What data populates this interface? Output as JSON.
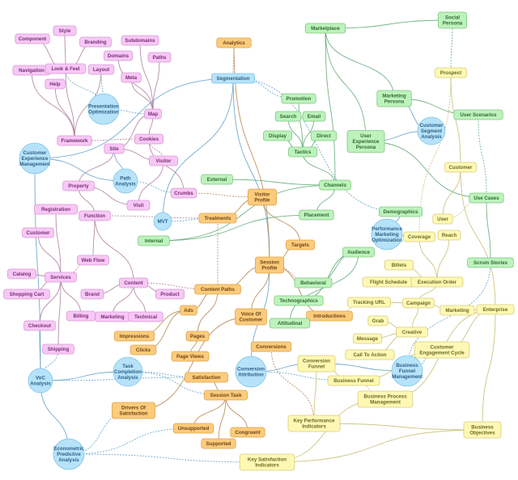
{
  "palette": {
    "pink": {
      "fill": "#f7c8f5",
      "stroke": "#d99ad6",
      "text": "#7a2c78",
      "edge": "#a87a98"
    },
    "blue": {
      "fill": "#b6e3fa",
      "stroke": "#7ec4e6",
      "text": "#2f5f86",
      "edge": "#5a9cc4"
    },
    "orange": {
      "fill": "#fccb7c",
      "stroke": "#e0a448",
      "text": "#6e4414",
      "edge": "#b08048"
    },
    "green": {
      "fill": "#bdf2bd",
      "stroke": "#80c880",
      "text": "#2e6c2e",
      "edge": "#5aa870"
    },
    "yellow": {
      "fill": "#fff8b4",
      "stroke": "#d8cc78",
      "text": "#6a6a22",
      "edge": "#c4bc70"
    }
  },
  "nodes": [
    {
      "id": "style",
      "label": "Style",
      "type": "pink"
    },
    {
      "id": "component",
      "label": "Component",
      "type": "pink"
    },
    {
      "id": "branding",
      "label": "Branding",
      "type": "pink"
    },
    {
      "id": "subdomains",
      "label": "Subdomains",
      "type": "pink"
    },
    {
      "id": "domains",
      "label": "Domains",
      "type": "pink"
    },
    {
      "id": "paths",
      "label": "Paths",
      "type": "pink"
    },
    {
      "id": "navigation",
      "label": "Navigation",
      "type": "pink"
    },
    {
      "id": "lookfeel",
      "label": "Look & Feel",
      "type": "pink"
    },
    {
      "id": "layout",
      "label": "Layout",
      "type": "pink"
    },
    {
      "id": "meta",
      "label": "Meta",
      "type": "pink"
    },
    {
      "id": "help",
      "label": "Help",
      "type": "pink"
    },
    {
      "id": "map",
      "label": "Map",
      "type": "pink"
    },
    {
      "id": "framework",
      "label": "Framework",
      "type": "pink"
    },
    {
      "id": "cookies",
      "label": "Cookies",
      "type": "pink"
    },
    {
      "id": "site",
      "label": "Site",
      "type": "pink"
    },
    {
      "id": "visitor",
      "label": "Visitor",
      "type": "pink"
    },
    {
      "id": "property",
      "label": "Property",
      "type": "pink"
    },
    {
      "id": "crumbs",
      "label": "Crumbs",
      "type": "pink"
    },
    {
      "id": "registration",
      "label": "Registration",
      "type": "pink"
    },
    {
      "id": "visit",
      "label": "Visit",
      "type": "pink"
    },
    {
      "id": "function",
      "label": "Function",
      "type": "pink"
    },
    {
      "id": "customer-p",
      "label": "Customer",
      "type": "pink"
    },
    {
      "id": "webflow",
      "label": "Web Flow",
      "type": "pink"
    },
    {
      "id": "catalog",
      "label": "Catalog",
      "type": "pink"
    },
    {
      "id": "services",
      "label": "Services",
      "type": "pink"
    },
    {
      "id": "content",
      "label": "Content",
      "type": "pink"
    },
    {
      "id": "shoppingcart",
      "label": "Shopping Cart",
      "type": "pink"
    },
    {
      "id": "brand",
      "label": "Brand",
      "type": "pink"
    },
    {
      "id": "product",
      "label": "Product",
      "type": "pink"
    },
    {
      "id": "billing",
      "label": "Billing",
      "type": "pink"
    },
    {
      "id": "marketing-p",
      "label": "Marketing",
      "type": "pink"
    },
    {
      "id": "technical",
      "label": "Technical",
      "type": "pink"
    },
    {
      "id": "checkout",
      "label": "Checkout",
      "type": "pink"
    },
    {
      "id": "shipping",
      "label": "Shipping",
      "type": "pink"
    },
    {
      "id": "presopt",
      "label": "Presentation\nOptimization",
      "type": "blue",
      "shape": "circle"
    },
    {
      "id": "cem",
      "label": "Customer\nExperience\nManagement",
      "type": "blue",
      "shape": "circle"
    },
    {
      "id": "pathanalysis",
      "label": "Path\nAnalysis",
      "type": "blue",
      "shape": "circle"
    },
    {
      "id": "mvt",
      "label": "MVT",
      "type": "blue",
      "shape": "circle"
    },
    {
      "id": "segmentation",
      "label": "Segmentation",
      "type": "blue"
    },
    {
      "id": "csa",
      "label": "Customer\nSegment\nAnalysis",
      "type": "blue",
      "shape": "circle"
    },
    {
      "id": "pmo",
      "label": "Performance\nMarketing\nOptimization",
      "type": "blue",
      "shape": "circle"
    },
    {
      "id": "convattr",
      "label": "Conversion\nAttribution",
      "type": "blue",
      "shape": "circle"
    },
    {
      "id": "bfm",
      "label": "Business\nFunnel\nManagement",
      "type": "blue",
      "shape": "circle"
    },
    {
      "id": "tca",
      "label": "Task\nCompletion\nAnalysis",
      "type": "blue",
      "shape": "circle"
    },
    {
      "id": "voca",
      "label": "VoC\nAnalysis",
      "type": "blue",
      "shape": "circle"
    },
    {
      "id": "econ",
      "label": "Econometric\nPredictive\nAnalysis",
      "type": "blue",
      "shape": "circle"
    },
    {
      "id": "analytics",
      "label": "Analytics",
      "type": "orange"
    },
    {
      "id": "visitorprofile",
      "label": "Visitor\nProfile",
      "type": "orange"
    },
    {
      "id": "treatments",
      "label": "Treatments",
      "type": "orange"
    },
    {
      "id": "targets",
      "label": "Targets",
      "type": "orange"
    },
    {
      "id": "sessionprofile",
      "label": "Session\nProfile",
      "type": "orange"
    },
    {
      "id": "contentpaths",
      "label": "Content Paths",
      "type": "orange"
    },
    {
      "id": "ads",
      "label": "Ads",
      "type": "orange"
    },
    {
      "id": "voiceofcustomer",
      "label": "Voice Of\nCustomer",
      "type": "orange"
    },
    {
      "id": "introductions",
      "label": "Introductions",
      "type": "orange"
    },
    {
      "id": "impressions",
      "label": "Impressions",
      "type": "orange"
    },
    {
      "id": "pages",
      "label": "Pages",
      "type": "orange"
    },
    {
      "id": "clicks",
      "label": "Clicks",
      "type": "orange"
    },
    {
      "id": "pageviews",
      "label": "Page Views",
      "type": "orange"
    },
    {
      "id": "conversions",
      "label": "Conversions",
      "type": "orange"
    },
    {
      "id": "satisfaction",
      "label": "Satisfaction",
      "type": "orange"
    },
    {
      "id": "sessiontask",
      "label": "Session Task",
      "type": "orange"
    },
    {
      "id": "drivers",
      "label": "Drivers Of\nSatisfaction",
      "type": "orange"
    },
    {
      "id": "unsupported",
      "label": "Unsupported",
      "type": "orange"
    },
    {
      "id": "congruent",
      "label": "Congruent",
      "type": "orange"
    },
    {
      "id": "supported",
      "label": "Supported",
      "type": "orange"
    },
    {
      "id": "marketplace",
      "label": "Marketplace",
      "type": "green"
    },
    {
      "id": "socialpersona",
      "label": "Social\nPersona",
      "type": "green"
    },
    {
      "id": "promotion",
      "label": "Promotion",
      "type": "green"
    },
    {
      "id": "marketingpersona",
      "label": "Marketing\nPersona",
      "type": "green"
    },
    {
      "id": "userscenarios",
      "label": "User Scenarios",
      "type": "green"
    },
    {
      "id": "search",
      "label": "Search",
      "type": "green"
    },
    {
      "id": "email",
      "label": "Email",
      "type": "green"
    },
    {
      "id": "display",
      "label": "Display",
      "type": "green"
    },
    {
      "id": "direct",
      "label": "Direct",
      "type": "green"
    },
    {
      "id": "uxpersona",
      "label": "User\nExperience\nPersona",
      "type": "green"
    },
    {
      "id": "tactics",
      "label": "Tactics",
      "type": "green"
    },
    {
      "id": "external",
      "label": "External",
      "type": "green"
    },
    {
      "id": "channels",
      "label": "Channels",
      "type": "green"
    },
    {
      "id": "usecases",
      "label": "Use Cases",
      "type": "green"
    },
    {
      "id": "placement",
      "label": "Placement",
      "type": "green"
    },
    {
      "id": "demographics",
      "label": "Demographics",
      "type": "green"
    },
    {
      "id": "internal",
      "label": "Internal",
      "type": "green"
    },
    {
      "id": "audience",
      "label": "Audience",
      "type": "green"
    },
    {
      "id": "scrumstories",
      "label": "Scrum Stories",
      "type": "green"
    },
    {
      "id": "behavioral",
      "label": "Behavioral",
      "type": "green"
    },
    {
      "id": "technographics",
      "label": "Technographics",
      "type": "green"
    },
    {
      "id": "attitudinal",
      "label": "Attitudinal",
      "type": "green"
    },
    {
      "id": "prospect",
      "label": "Prospect",
      "type": "yellow"
    },
    {
      "id": "customer-y",
      "label": "Customer",
      "type": "yellow"
    },
    {
      "id": "user",
      "label": "User",
      "type": "yellow"
    },
    {
      "id": "coverage",
      "label": "Coverage",
      "type": "yellow"
    },
    {
      "id": "reach",
      "label": "Reach",
      "type": "yellow"
    },
    {
      "id": "billets",
      "label": "Billets",
      "type": "yellow"
    },
    {
      "id": "flightschedule",
      "label": "Flight Schedule",
      "type": "yellow"
    },
    {
      "id": "executionorder",
      "label": "Execution Order",
      "type": "yellow"
    },
    {
      "id": "trackingurl",
      "label": "Tracking URL",
      "type": "yellow"
    },
    {
      "id": "campaign",
      "label": "Campaign",
      "type": "yellow"
    },
    {
      "id": "marketing-y",
      "label": "Marketing",
      "type": "yellow"
    },
    {
      "id": "enterprise",
      "label": "Enterprise",
      "type": "yellow"
    },
    {
      "id": "grab",
      "label": "Grab",
      "type": "yellow"
    },
    {
      "id": "creative",
      "label": "Creative",
      "type": "yellow"
    },
    {
      "id": "message",
      "label": "Message",
      "type": "yellow"
    },
    {
      "id": "calltoaction",
      "label": "Call To Action",
      "type": "yellow"
    },
    {
      "id": "cec",
      "label": "Customer\nEngagement Cycle",
      "type": "yellow"
    },
    {
      "id": "convfunnel",
      "label": "Conversion\nFunnel",
      "type": "yellow"
    },
    {
      "id": "busfunnel",
      "label": "Business Funnel",
      "type": "yellow"
    },
    {
      "id": "bpm",
      "label": "Business Process\nManagement",
      "type": "yellow"
    },
    {
      "id": "kpi",
      "label": "Key Performance\nIndicators",
      "type": "yellow"
    },
    {
      "id": "busobj",
      "label": "Business\nObjectives",
      "type": "yellow"
    },
    {
      "id": "ksi",
      "label": "Key Satisfaction\nIndicators",
      "type": "yellow"
    }
  ],
  "edges": [
    [
      "style",
      "lookfeel",
      0
    ],
    [
      "component",
      "lookfeel",
      0
    ],
    [
      "branding",
      "lookfeel",
      0
    ],
    [
      "lookfeel",
      "framework",
      0
    ],
    [
      "navigation",
      "framework",
      0
    ],
    [
      "help",
      "framework",
      0
    ],
    [
      "layout",
      "framework",
      0
    ],
    [
      "subdomains",
      "map",
      0
    ],
    [
      "domains",
      "map",
      0
    ],
    [
      "paths",
      "map",
      0
    ],
    [
      "meta",
      "map",
      0
    ],
    [
      "map",
      "cookies",
      0
    ],
    [
      "map",
      "site",
      0
    ],
    [
      "framework",
      "cookies",
      1
    ],
    [
      "cookies",
      "visitor",
      1
    ],
    [
      "cookies",
      "crumbs",
      0
    ],
    [
      "site",
      "visitor",
      0
    ],
    [
      "site",
      "property",
      0
    ],
    [
      "visitor",
      "visit",
      0
    ],
    [
      "property",
      "function",
      0
    ],
    [
      "property",
      "visit",
      0
    ],
    [
      "registration",
      "services",
      0
    ],
    [
      "customer-p",
      "services",
      0
    ],
    [
      "catalog",
      "services",
      0
    ],
    [
      "shoppingcart",
      "services",
      0
    ],
    [
      "checkout",
      "services",
      0
    ],
    [
      "shipping",
      "services",
      0
    ],
    [
      "billing",
      "services",
      0
    ],
    [
      "services",
      "webflow",
      1
    ],
    [
      "webflow",
      "function",
      0
    ],
    [
      "function",
      "content",
      0
    ],
    [
      "content",
      "brand",
      0
    ],
    [
      "content",
      "product",
      0
    ],
    [
      "content",
      "marketing-p",
      0
    ],
    [
      "content",
      "technical",
      0
    ],
    [
      "content",
      "contentpaths",
      1
    ],
    [
      "function",
      "treatments",
      1
    ],
    [
      "cem",
      "segmentation",
      0
    ],
    [
      "cem",
      "pathanalysis",
      0
    ],
    [
      "cem",
      "voca",
      0
    ],
    [
      "presopt",
      "layout",
      1
    ],
    [
      "presopt",
      "map",
      1
    ],
    [
      "presopt",
      "lookfeel",
      1
    ],
    [
      "pathanalysis",
      "site",
      0
    ],
    [
      "pathanalysis",
      "crumbs",
      1
    ],
    [
      "mvt",
      "segmentation",
      0
    ],
    [
      "mvt",
      "treatments",
      1
    ],
    [
      "segmentation",
      "analytics",
      1
    ],
    [
      "segmentation",
      "promotion",
      1
    ],
    [
      "segmentation",
      "sessionprofile",
      0
    ],
    [
      "segmentation",
      "demographics",
      1
    ],
    [
      "csa",
      "marketingpersona",
      0
    ],
    [
      "csa",
      "uxpersona",
      0
    ],
    [
      "pmo",
      "coverage",
      0
    ],
    [
      "pmo",
      "demographics",
      0
    ],
    [
      "convattr",
      "sessionprofile",
      0
    ],
    [
      "convattr",
      "convfunnel",
      0
    ],
    [
      "convattr",
      "busfunnel",
      1
    ],
    [
      "bfm",
      "convfunnel",
      0
    ],
    [
      "bfm",
      "cec",
      1
    ],
    [
      "bfm",
      "scrumstories",
      1
    ],
    [
      "tca",
      "satisfaction",
      1
    ],
    [
      "tca",
      "voca",
      0
    ],
    [
      "tca",
      "sessiontask",
      1
    ],
    [
      "voca",
      "satisfaction",
      1
    ],
    [
      "voca",
      "shipping",
      1
    ],
    [
      "voca",
      "checkout",
      0
    ],
    [
      "econ",
      "drivers",
      1
    ],
    [
      "econ",
      "ksi",
      1
    ],
    [
      "econ",
      "voca",
      0
    ],
    [
      "econ",
      "unsupported",
      1
    ],
    [
      "analytics",
      "sessionprofile",
      0
    ],
    [
      "visitorprofile",
      "treatments",
      0
    ],
    [
      "visitorprofile",
      "targets",
      0
    ],
    [
      "visitorprofile",
      "crumbs",
      1
    ],
    [
      "sessionprofile",
      "targets",
      0
    ],
    [
      "sessionprofile",
      "contentpaths",
      0
    ],
    [
      "sessionprofile",
      "voiceofcustomer",
      0
    ],
    [
      "sessionprofile",
      "introductions",
      0
    ],
    [
      "sessionprofile",
      "behavioral",
      1
    ],
    [
      "contentpaths",
      "ads",
      0
    ],
    [
      "contentpaths",
      "pages",
      0
    ],
    [
      "ads",
      "impressions",
      0
    ],
    [
      "ads",
      "clicks",
      0
    ],
    [
      "pages",
      "pageviews",
      0
    ],
    [
      "voiceofcustomer",
      "drivers",
      0
    ],
    [
      "sessiontask",
      "satisfaction",
      0
    ],
    [
      "sessiontask",
      "unsupported",
      0
    ],
    [
      "sessiontask",
      "supported",
      0
    ],
    [
      "sessiontask",
      "congruent",
      0
    ],
    [
      "conversions",
      "kpi",
      1
    ],
    [
      "treatments",
      "contentpaths",
      1
    ],
    [
      "marketplace",
      "socialpersona",
      0
    ],
    [
      "marketplace",
      "channels",
      0
    ],
    [
      "marketplace",
      "marketingpersona",
      0
    ],
    [
      "marketplace",
      "uxpersona",
      0
    ],
    [
      "promotion",
      "tactics",
      0
    ],
    [
      "search",
      "tactics",
      0
    ],
    [
      "email",
      "tactics",
      0
    ],
    [
      "display",
      "tactics",
      0
    ],
    [
      "direct",
      "tactics",
      0
    ],
    [
      "tactics",
      "channels",
      0
    ],
    [
      "channels",
      "placement",
      0
    ],
    [
      "channels",
      "external",
      0
    ],
    [
      "channels",
      "internal",
      0
    ],
    [
      "uxpersona",
      "usecases",
      0
    ],
    [
      "marketingpersona",
      "userscenarios",
      0
    ],
    [
      "usecases",
      "userscenarios",
      1
    ],
    [
      "usecases",
      "scrumstories",
      0
    ],
    [
      "audience",
      "behavioral",
      0
    ],
    [
      "audience",
      "technographics",
      0
    ],
    [
      "audience",
      "attitudinal",
      0
    ],
    [
      "placement",
      "internal",
      0
    ],
    [
      "socialpersona",
      "prospect",
      1
    ],
    [
      "prospect",
      "customer-y",
      0
    ],
    [
      "prospect",
      "coverage",
      1
    ],
    [
      "customer-y",
      "user",
      0
    ],
    [
      "customer-y",
      "enterprise",
      0
    ],
    [
      "user",
      "usecases",
      1
    ],
    [
      "coverage",
      "executionorder",
      0
    ],
    [
      "reach",
      "executionorder",
      0
    ],
    [
      "billets",
      "executionorder",
      0
    ],
    [
      "flightschedule",
      "executionorder",
      0
    ],
    [
      "executionorder",
      "campaign",
      0
    ],
    [
      "trackingurl",
      "campaign",
      0
    ],
    [
      "campaign",
      "marketing-y",
      0
    ],
    [
      "marketing-y",
      "enterprise",
      0
    ],
    [
      "campaign",
      "creative",
      0
    ],
    [
      "grab",
      "creative",
      0
    ],
    [
      "message",
      "creative",
      0
    ],
    [
      "calltoaction",
      "creative",
      0
    ],
    [
      "enterprise",
      "cec",
      0
    ],
    [
      "enterprise",
      "bpm",
      0
    ],
    [
      "enterprise",
      "busobj",
      0
    ],
    [
      "busobj",
      "kpi",
      0
    ],
    [
      "busobj",
      "ksi",
      0
    ],
    [
      "bpm",
      "ksi",
      0
    ],
    [
      "bpm",
      "busfunnel",
      1
    ],
    [
      "convfunnel",
      "busfunnel",
      0
    ],
    [
      "busfunnel",
      "cec",
      0
    ],
    [
      "kpi",
      "convfunnel",
      0
    ],
    [
      "trackingurl",
      "introductions",
      1
    ]
  ]
}
